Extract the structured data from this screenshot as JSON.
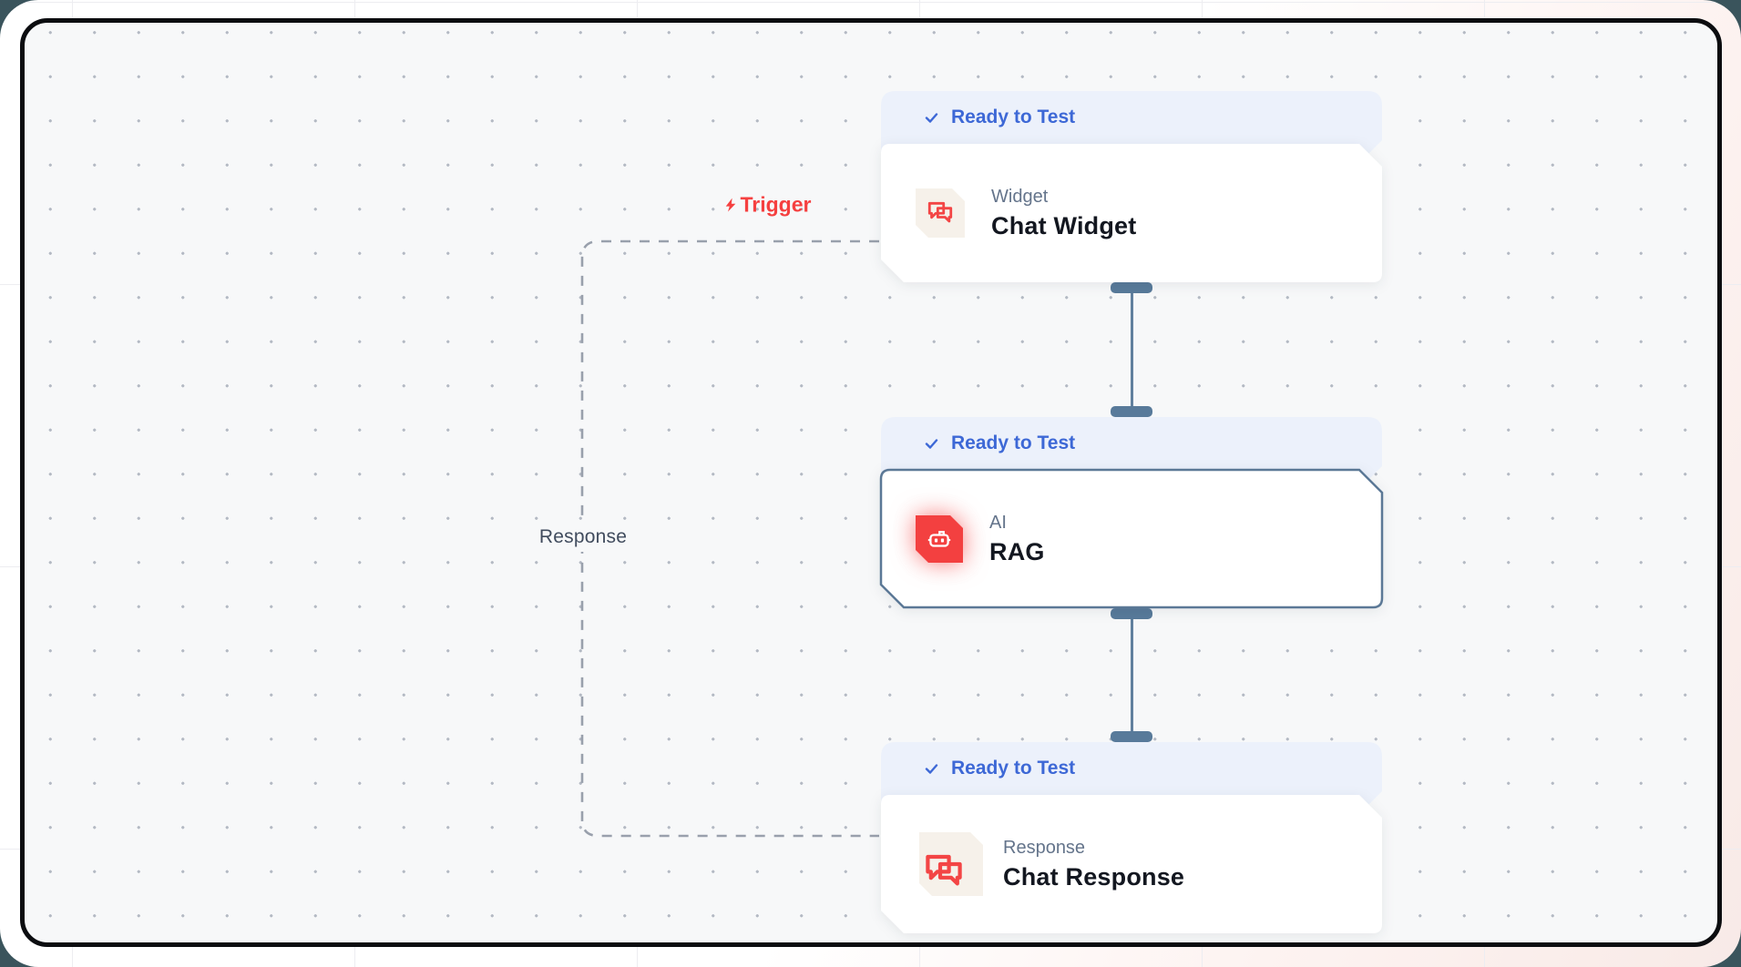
{
  "edge_labels": {
    "trigger": "Trigger",
    "response": "Response"
  },
  "nodes": {
    "chat_widget": {
      "status": "Ready to Test",
      "category": "Widget",
      "title": "Chat Widget",
      "icon": "chat-bubbles-icon"
    },
    "rag": {
      "status": "Ready to Test",
      "category": "AI",
      "title": "RAG",
      "icon": "robot-icon"
    },
    "chat_response": {
      "status": "Ready to Test",
      "category": "Response",
      "title": "Chat Response",
      "icon": "chat-bubbles-icon"
    }
  },
  "colors": {
    "status_badge_bg": "#ecf1fb",
    "status_text": "#3d68d6",
    "node_title": "#131720",
    "node_category": "#64748b",
    "accent_red": "#f34545",
    "connector": "#587a9a",
    "dashed_edge": "#99a0ac",
    "canvas_bg": "#f7f8f9",
    "selected_border": "#5b7896",
    "icon_box_bg": "#f6f1ea"
  }
}
